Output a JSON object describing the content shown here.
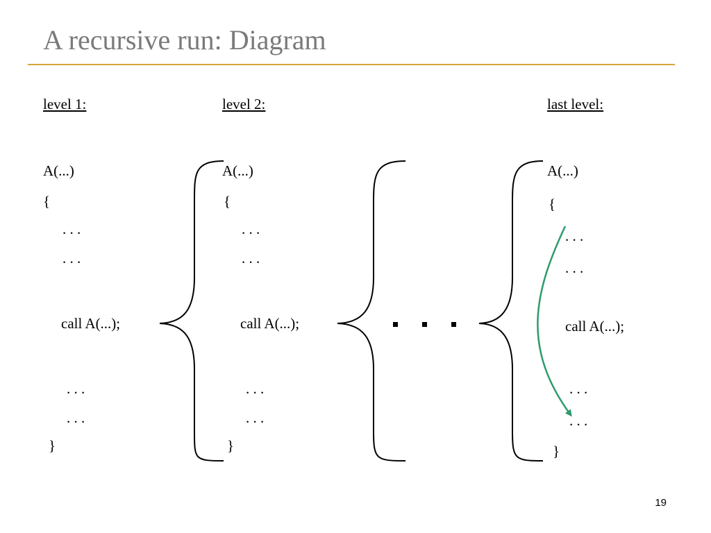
{
  "slide": {
    "title": "A recursive run: Diagram",
    "page_number": "19",
    "accent_color": "#d4a63a",
    "arrow_color": "#2e9a6a"
  },
  "columns": [
    {
      "heading": "level 1:",
      "lines": [
        "A(...)",
        "{",
        ". . .",
        ". . .",
        "call A(...);",
        ". . .",
        ". . .",
        "}"
      ]
    },
    {
      "heading": "level 2:",
      "lines": [
        "A(...)",
        "{",
        ". . .",
        ". . .",
        "call A(...);",
        ". . .",
        ". . .",
        "}"
      ]
    },
    {
      "heading": "last level:",
      "lines": [
        "A(...)",
        "{",
        ". . .",
        ". . .",
        "call A(...);",
        ". . .",
        ". . .",
        "}"
      ]
    }
  ]
}
